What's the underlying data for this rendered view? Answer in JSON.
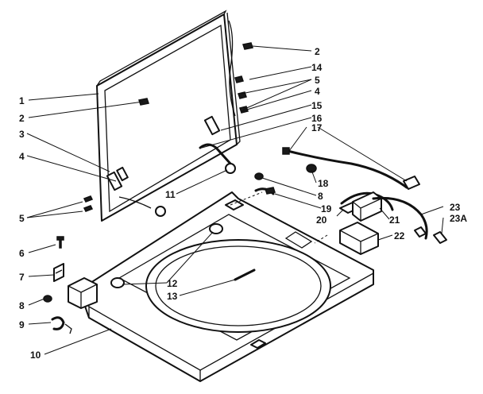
{
  "callouts": {
    "c1": "1",
    "c2a": "2",
    "c2b": "2",
    "c3": "3",
    "c4a": "4",
    "c4b": "4",
    "c5a": "5",
    "c5b": "5",
    "c6": "6",
    "c7": "7",
    "c8a": "8",
    "c8b": "8",
    "c9": "9",
    "c10": "10",
    "c11": "11",
    "c12": "12",
    "c13": "13",
    "c14": "14",
    "c15": "15",
    "c16": "16",
    "c17": "17",
    "c18": "18",
    "c19": "19",
    "c20": "20",
    "c21": "21",
    "c22": "22",
    "c23": "23",
    "c23a": "23A"
  }
}
